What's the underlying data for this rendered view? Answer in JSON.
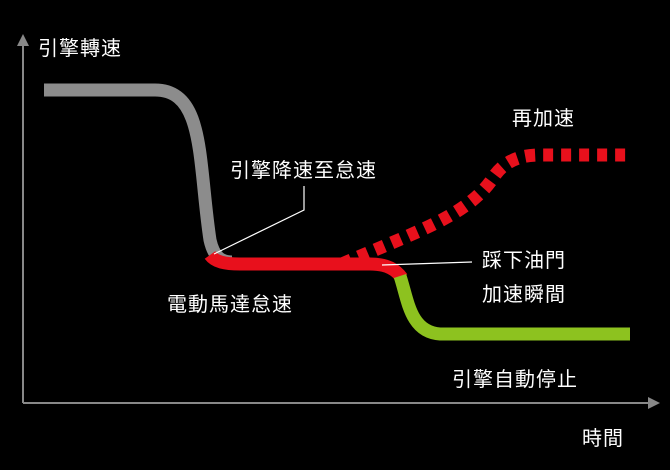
{
  "axes": {
    "y_label": "引擎轉速",
    "x_label": "時間"
  },
  "labels": {
    "reaccelerate": "再加速",
    "engine_decel_to_idle": "引擎降速至怠速",
    "motor_idle": "電動馬達怠速",
    "press_throttle_line1": "踩下油門",
    "press_throttle_line2": "加速瞬間",
    "engine_auto_stop": "引擎自動停止"
  },
  "colors": {
    "background": "#000000",
    "axis": "#888888",
    "engine_decel_segment": "#8c8c8c",
    "motor_idle_segment": "#e8101c",
    "reaccelerate_segment_dashed": "#e8101c",
    "auto_stop_segment": "#8dc21f",
    "label_text": "#ffffff",
    "leader_line": "#ffffff"
  }
}
